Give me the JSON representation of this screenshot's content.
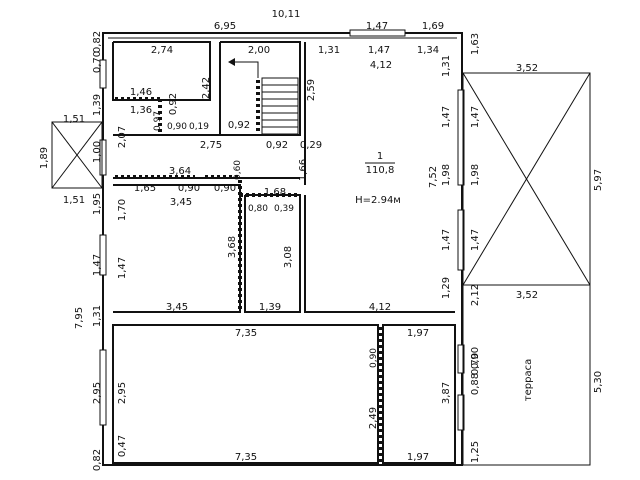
{
  "labels": {
    "top_total": "10,11",
    "top_left": "6,95",
    "top_147": "1,47",
    "top_169": "1,69",
    "top_163": "1,63",
    "top_082a": "0,70",
    "top_082b": "0,82",
    "r274": "2,74",
    "r200": "2,00",
    "r131a": "1,31",
    "r147b": "1,47",
    "r134": "1,34",
    "r412a": "4,12",
    "r131b": "1,31",
    "r352a": "3,52",
    "r242": "2,42",
    "r259": "2,59",
    "r146": "1,46",
    "r092a": "0,92",
    "r136": "1,36",
    "r097": "0,97",
    "r090a": "0,90",
    "r019": "0,19",
    "r092b": "0,92",
    "r139": "1,39",
    "r151a": "1,51",
    "r207": "2,07",
    "r100": "1,00",
    "r189": "1,89",
    "r275": "2,75",
    "r092c": "0,92",
    "r029": "0,29",
    "r147c": "1,47",
    "r147d": "1,47",
    "r364": "3,64",
    "r166": "1,66",
    "r060": "0,60",
    "room_no": "1",
    "room_area": "110,8",
    "r752": "7,52",
    "r198a": "1,98",
    "r198b": "1,98",
    "r597": "5,97",
    "r165": "1,65",
    "r090b": "0,90",
    "r090c": "0,90",
    "r168": "1,68",
    "r151b": "1,51",
    "r195": "1,95",
    "r345a": "3,45",
    "r170": "1,70",
    "r080": "0,80",
    "r039": "0,39",
    "height": "H=2.94м",
    "r147e": "1,47",
    "r147f": "1,47",
    "r368": "3,68",
    "r308": "3,08",
    "r147g": "1,47",
    "r129": "1,29",
    "r212": "2,12",
    "r352b": "3,52",
    "r345b": "3,45",
    "r139b": "1,39",
    "r412b": "4,12",
    "r131c": "1,31",
    "r795": "7,95",
    "r735a": "7,35",
    "r197a": "1,97",
    "r090d": "0,90",
    "r090e": "0,90",
    "r088": "0,88",
    "r070": "0,70",
    "terrace": "терраса",
    "r295a": "2,95",
    "r295b": "2,95",
    "r387": "3,87",
    "r530": "5,30",
    "r249": "2,49",
    "r047": "0,47",
    "r082c": "0,82",
    "r735b": "7,35",
    "r197b": "1,97",
    "r125": "1,25"
  }
}
